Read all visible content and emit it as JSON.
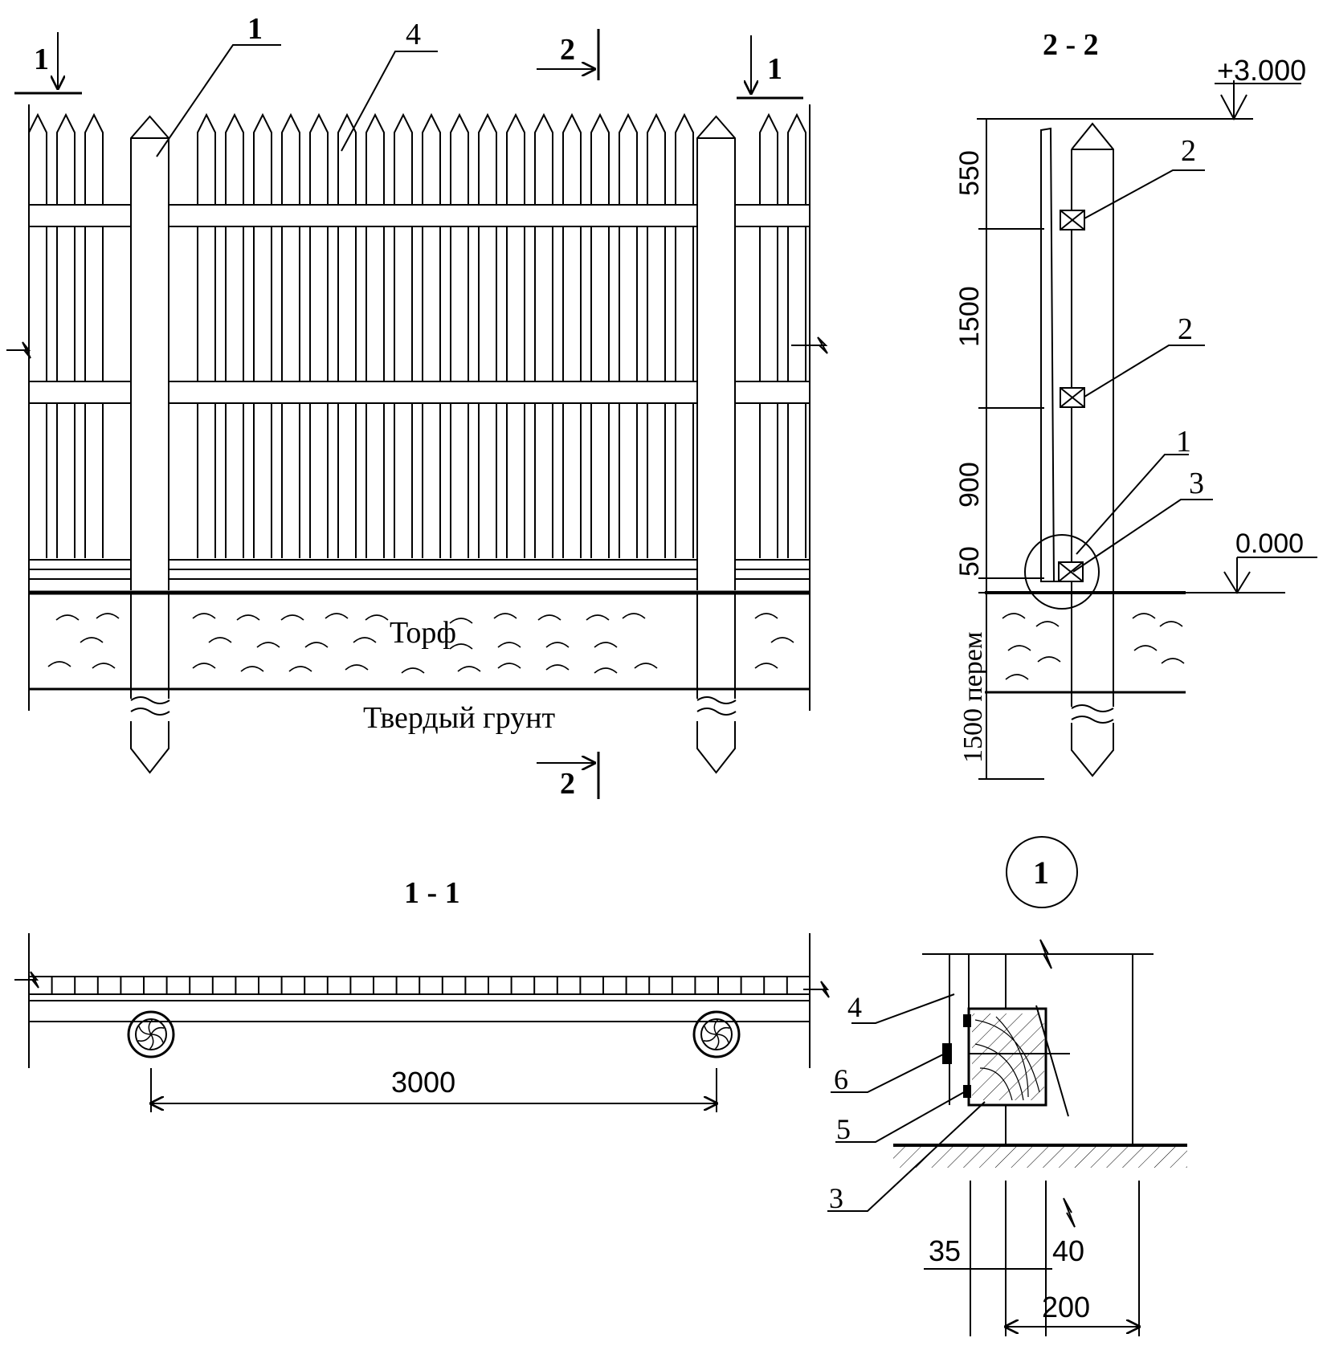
{
  "elevation": {
    "callout_post": "1",
    "callout_picket": "4",
    "cut_1_left": "1",
    "cut_1_right": "1",
    "cut_2_top": "2",
    "cut_2_bottom": "2",
    "soil_peat": "Торф",
    "soil_hard": "Твердый грунт"
  },
  "section_2_2": {
    "title": "2 - 2",
    "level_top": "+3.000",
    "level_zero": "0.000",
    "dim_550": "550",
    "dim_1500_upper": "1500",
    "dim_900": "900",
    "dim_50": "50",
    "dim_1500_below": "1500 перем",
    "callout_rail_1": "2",
    "callout_rail_2": "2",
    "callout_post": "1",
    "callout_bottom_rail": "3"
  },
  "section_1_1": {
    "title": "1 - 1",
    "dim_span": "3000"
  },
  "detail_1": {
    "mark": "1",
    "callout_4": "4",
    "callout_6": "6",
    "callout_5": "5",
    "callout_3": "3",
    "dim_35": "35",
    "dim_40": "40",
    "dim_200": "200"
  }
}
